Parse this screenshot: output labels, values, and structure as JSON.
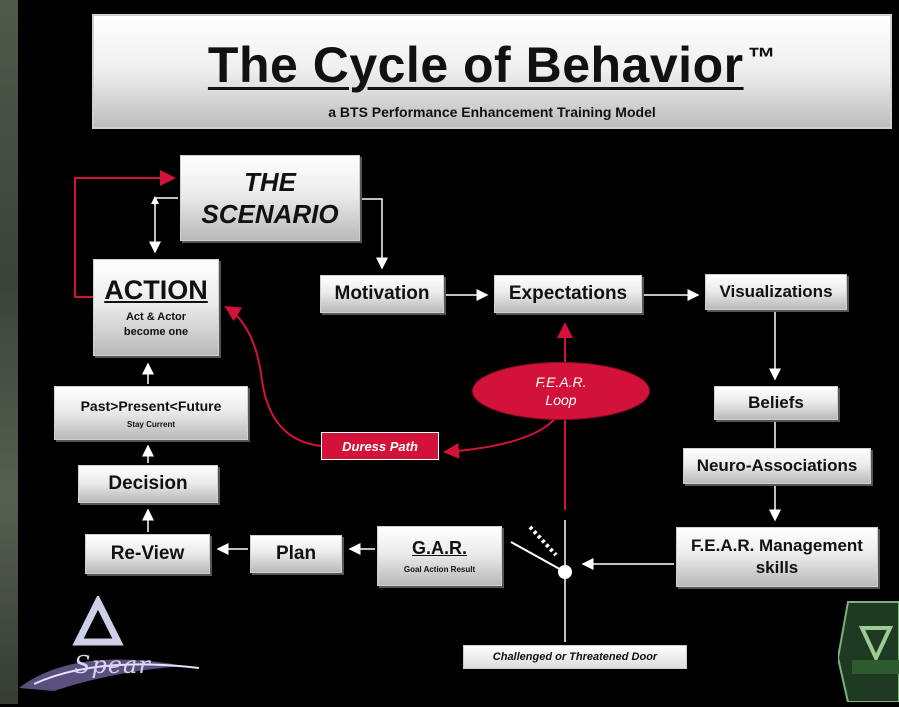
{
  "title": {
    "main": "The Cycle of Behavior",
    "trademark": "™",
    "subtitle": "a BTS Performance Enhancement Training Model"
  },
  "nodes": {
    "scenario": {
      "line1": "THE",
      "line2": "SCENARIO"
    },
    "action": {
      "heading": "ACTION",
      "line1": "Act & Actor",
      "line2": "become one"
    },
    "motivation": "Motivation",
    "expectations": "Expectations",
    "visualizations": "Visualizations",
    "beliefs": "Beliefs",
    "neuro": "Neuro-Associations",
    "fear_mgmt": {
      "line1": "F.E.A.R. Management",
      "line2": "skills"
    },
    "gar": {
      "heading": "G.A.R.",
      "sub": "Goal Action Result"
    },
    "plan": "Plan",
    "review": "Re-View",
    "decision": "Decision",
    "past": {
      "heading": "Past>Present<Future",
      "sub": "Stay Current"
    },
    "duress": "Duress Path",
    "fear_loop": {
      "line1": "F.E.A.R.",
      "line2": "Loop"
    },
    "door": "Challenged or Threatened Door"
  },
  "logos": {
    "left_text": "Spear"
  },
  "colors": {
    "accent_red": "#d3123a",
    "background": "#000000",
    "box_light": "#ffffff",
    "box_dark": "#b9b9b9"
  }
}
